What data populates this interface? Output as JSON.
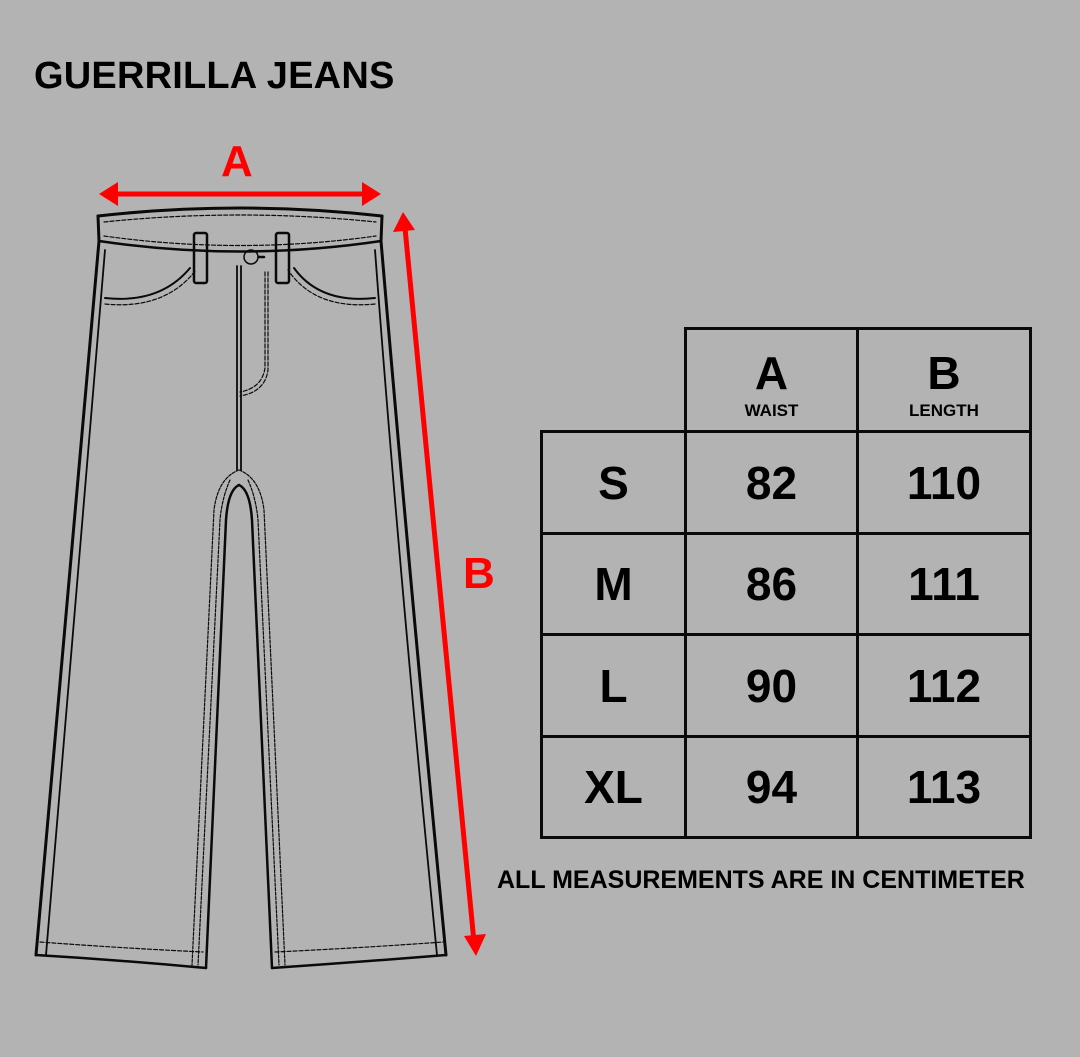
{
  "title": "GUERRILLA JEANS",
  "diagram": {
    "garment": "jeans",
    "measure_a_label": "A",
    "measure_b_label": "B",
    "arrow_color": "#ff0000",
    "icons": [
      "double-arrow-horizontal-icon",
      "double-arrow-vertical-icon",
      "jeans-illustration"
    ]
  },
  "table": {
    "columns": [
      {
        "letter": "A",
        "name": "WAIST"
      },
      {
        "letter": "B",
        "name": "LENGTH"
      }
    ],
    "rows": [
      {
        "size": "S",
        "waist": "82",
        "length": "110"
      },
      {
        "size": "M",
        "waist": "86",
        "length": "111"
      },
      {
        "size": "L",
        "waist": "90",
        "length": "112"
      },
      {
        "size": "XL",
        "waist": "94",
        "length": "113"
      }
    ]
  },
  "note": "ALL MEASUREMENTS ARE IN CENTIMETER",
  "colors": {
    "background": "#b3b3b3",
    "text": "#000000",
    "accent": "#ff0000"
  }
}
